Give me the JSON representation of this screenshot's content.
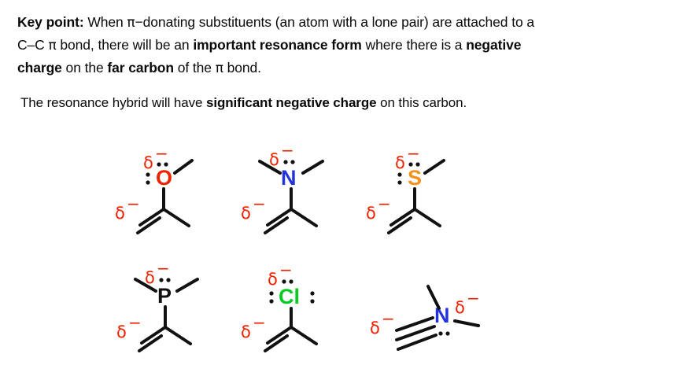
{
  "text": {
    "key_point_label": "Key point:",
    "key_point_line1_a": " When ",
    "key_point_pi1": "π",
    "key_point_line1_b": "−donating substituents  (an atom with a lone pair) are attached to a",
    "key_point_line2_a": "C–C ",
    "key_point_pi2": "π",
    "key_point_line2_b": " bond, there will be an ",
    "key_point_bold1": "important resonance form",
    "key_point_line2_c": " where there is a ",
    "key_point_bold2": "negative",
    "key_point_line3_a": "charge",
    "key_point_line3_b": " on the ",
    "key_point_bold3": "far carbon",
    "key_point_line3_c": " of the ",
    "key_point_pi3": "π",
    "key_point_line3_d": " bond.",
    "hybrid_a": "The resonance hybrid will have ",
    "hybrid_bold": "significant negative charge",
    "hybrid_b": " on this carbon."
  },
  "symbols": {
    "delta": "δ",
    "minus": "−"
  },
  "colors": {
    "oxygen": "#ee2200",
    "nitrogen": "#2233dd",
    "sulfur": "#f5921e",
    "phosphorus": "#111111",
    "chlorine": "#00cc22",
    "carbon_bond": "#111111",
    "delta_charge": "#ee2200",
    "text": "#0a0a0a",
    "background": "#ffffff"
  },
  "structures": [
    {
      "id": "enol-ether-oxygen",
      "atom": "O",
      "atom_color": "#ee2200",
      "name": "oxygen-pi-donor",
      "delta_heteroatom": "δ",
      "delta_heteroatom_charge": "−",
      "delta_carbon": "δ",
      "delta_carbon_charge": "−",
      "lone_pairs": 2,
      "bond_type": "double",
      "substituents": 1
    },
    {
      "id": "enamine-nitrogen",
      "atom": "N",
      "atom_color": "#2233dd",
      "name": "nitrogen-pi-donor",
      "delta_heteroatom": "δ",
      "delta_heteroatom_charge": "−",
      "delta_carbon": "δ",
      "delta_carbon_charge": "−",
      "lone_pairs": 1,
      "bond_type": "double",
      "substituents": 2
    },
    {
      "id": "vinyl-sulfide-sulfur",
      "atom": "S",
      "atom_color": "#f5921e",
      "name": "sulfur-pi-donor",
      "delta_heteroatom": "δ",
      "delta_heteroatom_charge": "−",
      "delta_carbon": "δ",
      "delta_carbon_charge": "−",
      "lone_pairs": 2,
      "bond_type": "double",
      "substituents": 1
    },
    {
      "id": "vinyl-phosphine-phosphorus",
      "atom": "P",
      "atom_color": "#111111",
      "name": "phosphorus-pi-donor",
      "delta_heteroatom": "δ",
      "delta_heteroatom_charge": "−",
      "delta_carbon": "δ",
      "delta_carbon_charge": "−",
      "lone_pairs": 1,
      "bond_type": "double",
      "substituents": 2
    },
    {
      "id": "vinyl-chloride-chlorine",
      "atom": "Cl",
      "atom_color": "#00cc22",
      "name": "chlorine-pi-donor",
      "delta_heteroatom": "δ",
      "delta_heteroatom_charge": "−",
      "delta_carbon": "δ",
      "delta_carbon_charge": "−",
      "lone_pairs": 3,
      "bond_type": "double",
      "substituents": 0
    },
    {
      "id": "ynamine-nitrogen",
      "atom": "N",
      "atom_color": "#2233dd",
      "name": "ynamine-nitrogen-pi-donor",
      "delta_heteroatom": "δ",
      "delta_heteroatom_charge": "−",
      "delta_carbon": "δ",
      "delta_carbon_charge": "−",
      "lone_pairs": 1,
      "bond_type": "triple",
      "substituents": 2
    }
  ]
}
